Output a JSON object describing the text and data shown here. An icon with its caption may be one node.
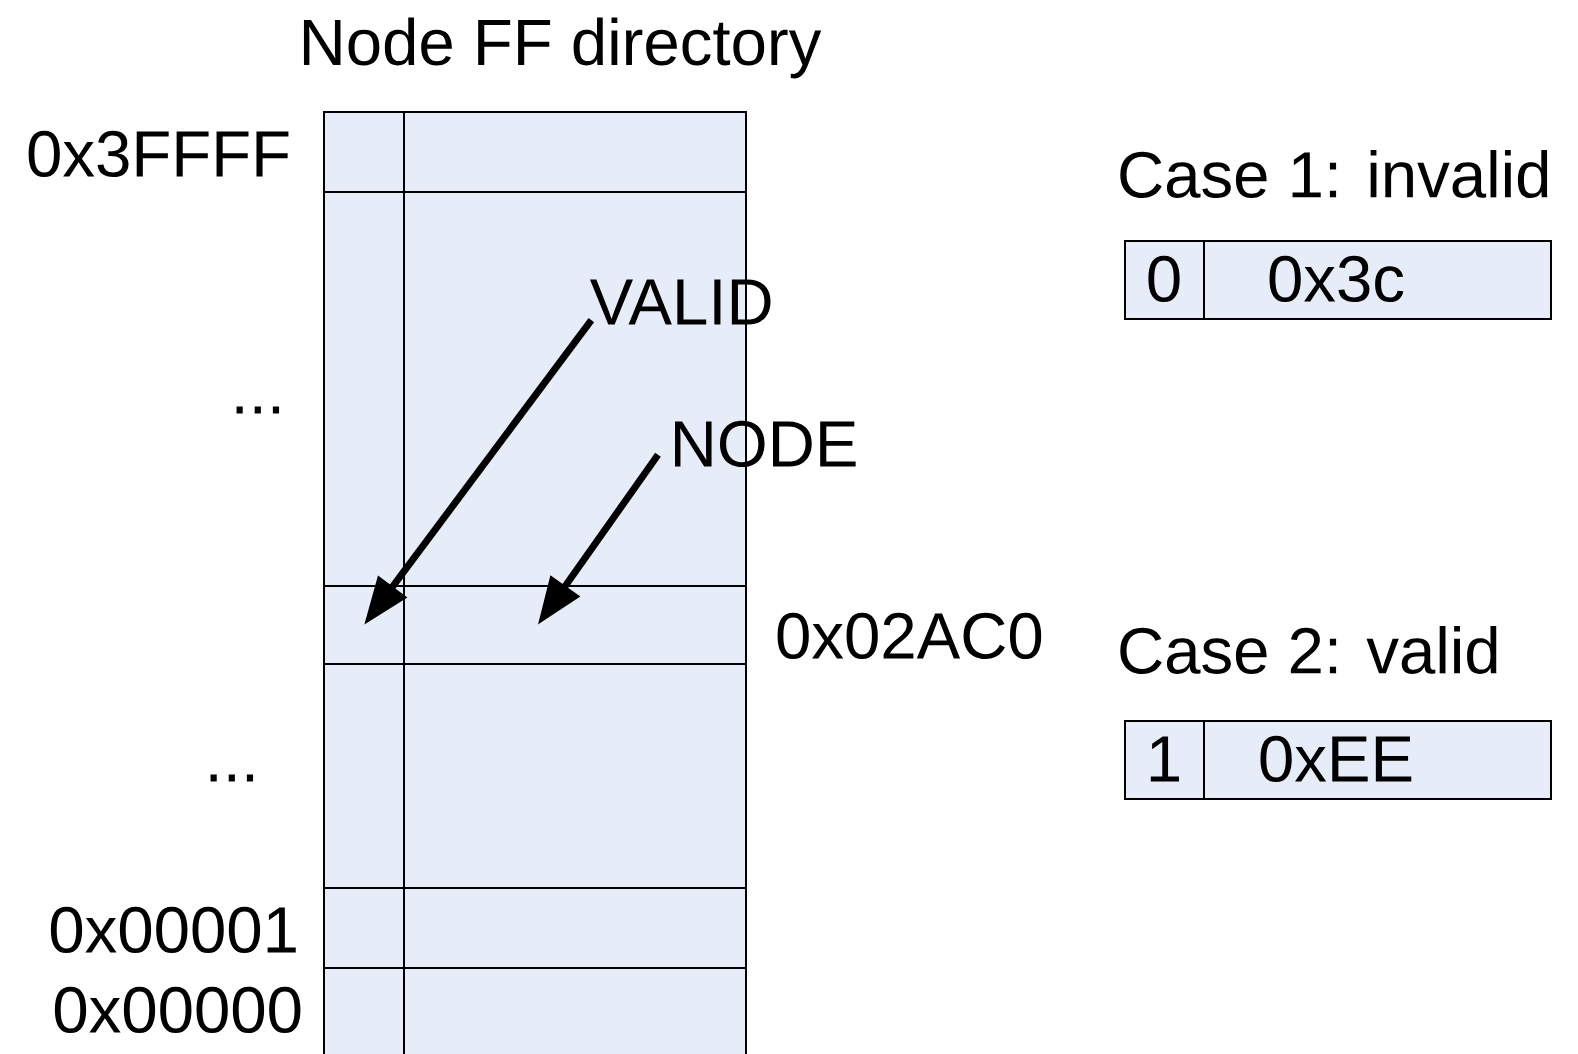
{
  "diagram": {
    "title": "Node FF directory",
    "nodes": [
      {
        "text": [],
        "shape": "box"
      },
      {
        "text": [],
        "shape": "box"
      },
      {
        "text": [],
        "shape": "box"
      },
      {
        "text": [],
        "shape": "box"
      },
      {
        "text": [],
        "shape": "box"
      },
      {
        "text": [],
        "shape": "box"
      },
      {
        "text": [],
        "shape": "box"
      },
      {
        "text": [],
        "shape": "box"
      },
      {
        "text": [],
        "shape": "box"
      },
      {
        "text": [],
        "shape": "box"
      },
      {
        "text": [],
        "shape": "box"
      },
      {
        "text": [],
        "shape": "box"
      },
      {
        "text": [
          "VALID"
        ]
      },
      {
        "text": [
          "NODE"
        ]
      },
      {
        "text": [
          "Case 1: invalid",
          "0",
          "0x3c"
        ]
      },
      {
        "text": [
          "Case 2: valid",
          "1",
          "0xEE"
        ]
      }
    ],
    "edges": [
      {
        "from": 12,
        "to": 4,
        "arrow": "to"
      },
      {
        "from": 13,
        "to": 5,
        "arrow": "to"
      }
    ],
    "labels": [
      "0x3FFFF",
      "...",
      "0x02AC0",
      "...",
      "0x00001",
      "0x00000"
    ]
  }
}
